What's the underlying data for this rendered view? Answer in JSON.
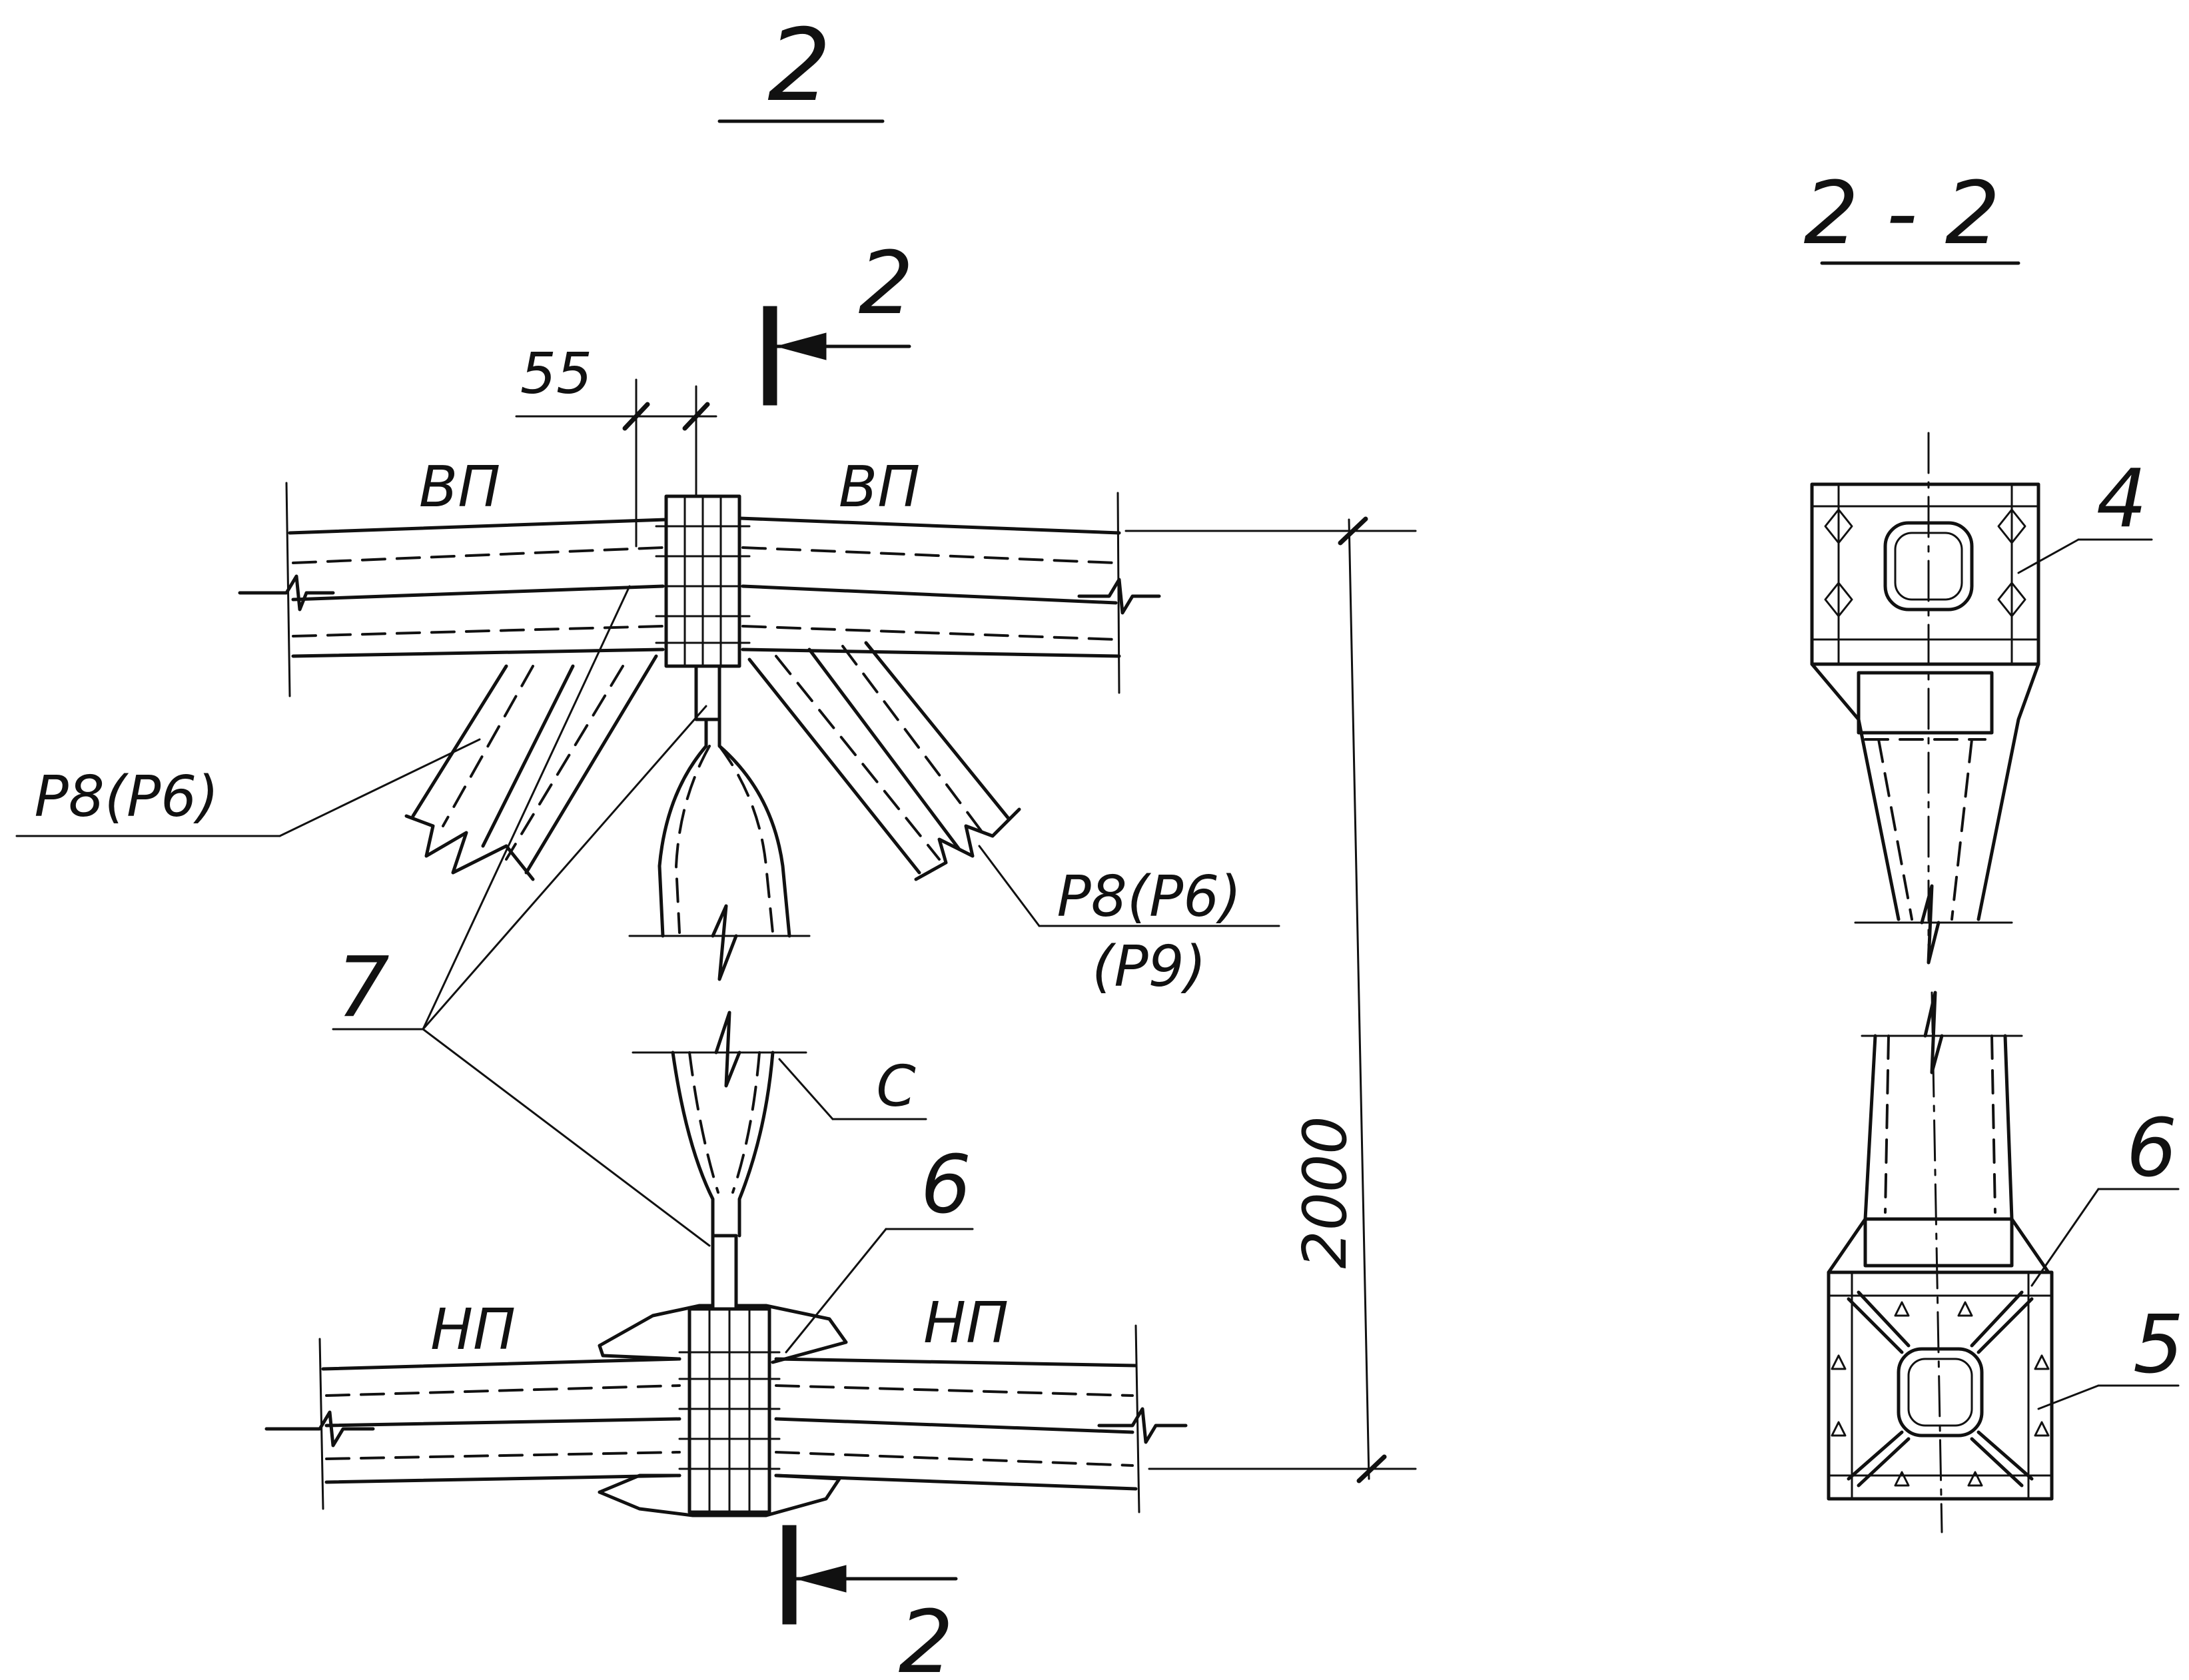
{
  "view_title": "2",
  "section_title": "2 - 2",
  "cut_marker_top": "2",
  "cut_marker_bottom": "2",
  "dim_55": "55",
  "dim_2000": "2000",
  "upper_chord_left": "ВП",
  "upper_chord_right": "ВП",
  "lower_chord_left": "НП",
  "lower_chord_right": "НП",
  "brace_left": "Р8(Р6)",
  "brace_right_1": "Р8(Р6)",
  "brace_right_2": "(Р9)",
  "post_label": "С",
  "callout_7": "7",
  "callout_6_main": "6",
  "callout_4": "4",
  "callout_6_section": "6",
  "callout_5": "5"
}
